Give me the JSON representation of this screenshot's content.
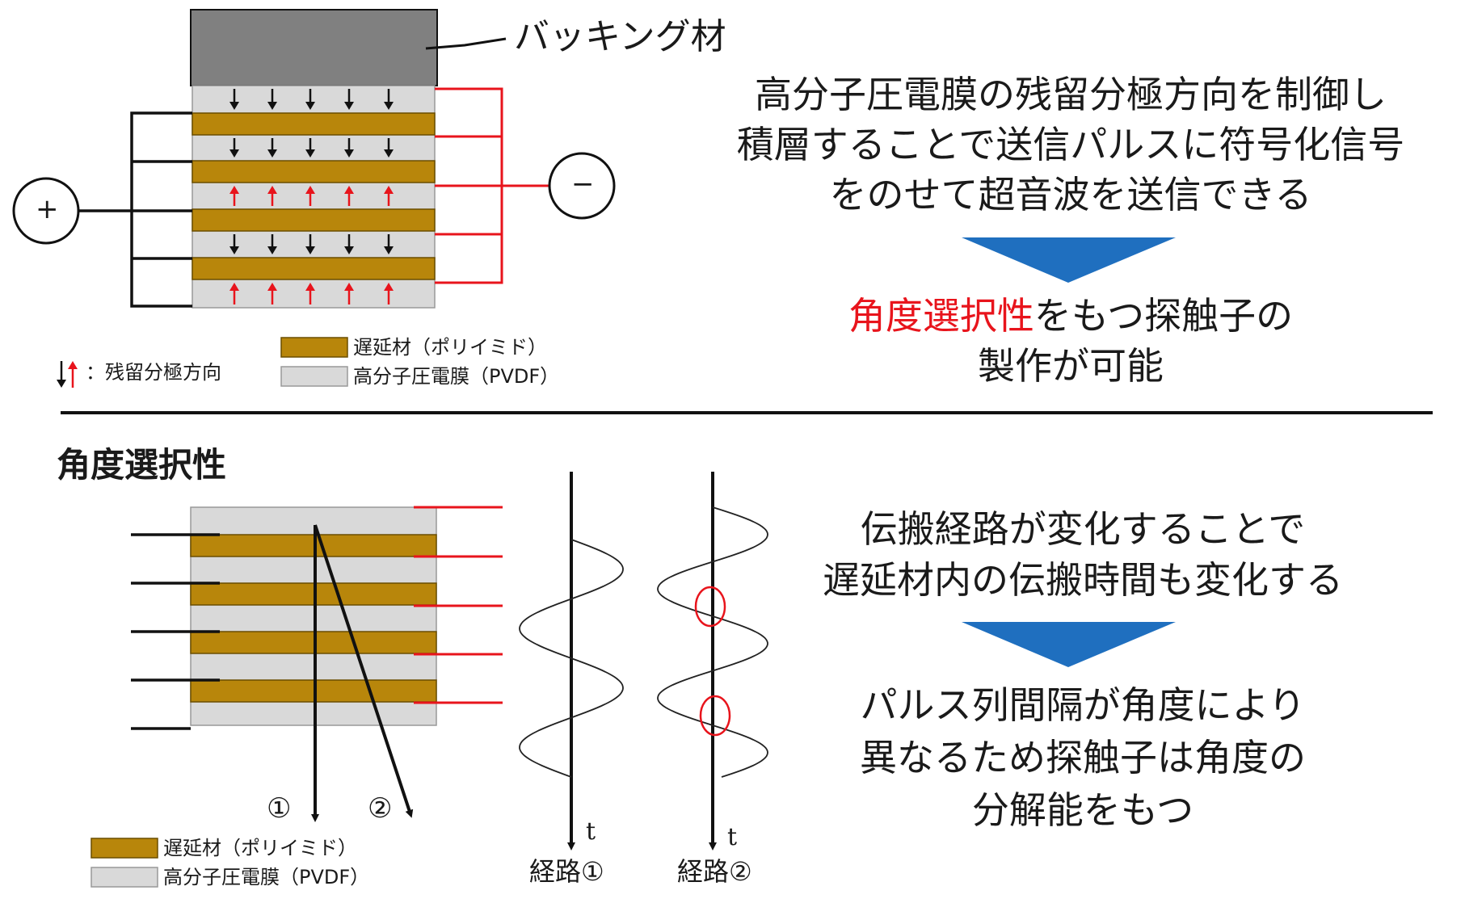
{
  "colors": {
    "backing": "#808080",
    "delay": "#b8860b",
    "pvdf": "#d9d9d9",
    "red": "#e8141c",
    "blue_arrow": "#1f6fbf",
    "black": "#111111"
  },
  "top": {
    "backing_label": "バッキング材",
    "plus_symbol": "+",
    "minus_symbol": "−",
    "polarization_directions": [
      "down",
      "down",
      "up",
      "down",
      "up"
    ],
    "legend": {
      "polarization": "：残留分極方向",
      "delay_material": "遅延材（ポリイミド）",
      "pvdf": "高分子圧電膜（PVDF）"
    },
    "text_lines": [
      "高分子圧電膜の残留分極方向を制御し",
      "積層することで送信パルスに符号化信号",
      "をのせて超音波を送信できる"
    ],
    "conclusion_red": "角度選択性",
    "conclusion_rest": "をもつ探触子の",
    "conclusion_line2": "製作が可能"
  },
  "bottom": {
    "title": "角度選択性",
    "path1_label": "①",
    "path2_label": "②",
    "time_label": "t",
    "path1_caption": "経路①",
    "path2_caption": "経路②",
    "legend": {
      "delay_material": "遅延材（ポリイミド）",
      "pvdf": "高分子圧電膜（PVDF）"
    },
    "text_lines": [
      "伝搬経路が変化することで",
      "遅延材内の伝搬時間も変化する"
    ],
    "result_lines": [
      "パルス列間隔が角度により",
      "異なるため探触子は角度の",
      "分解能をもつ"
    ]
  }
}
